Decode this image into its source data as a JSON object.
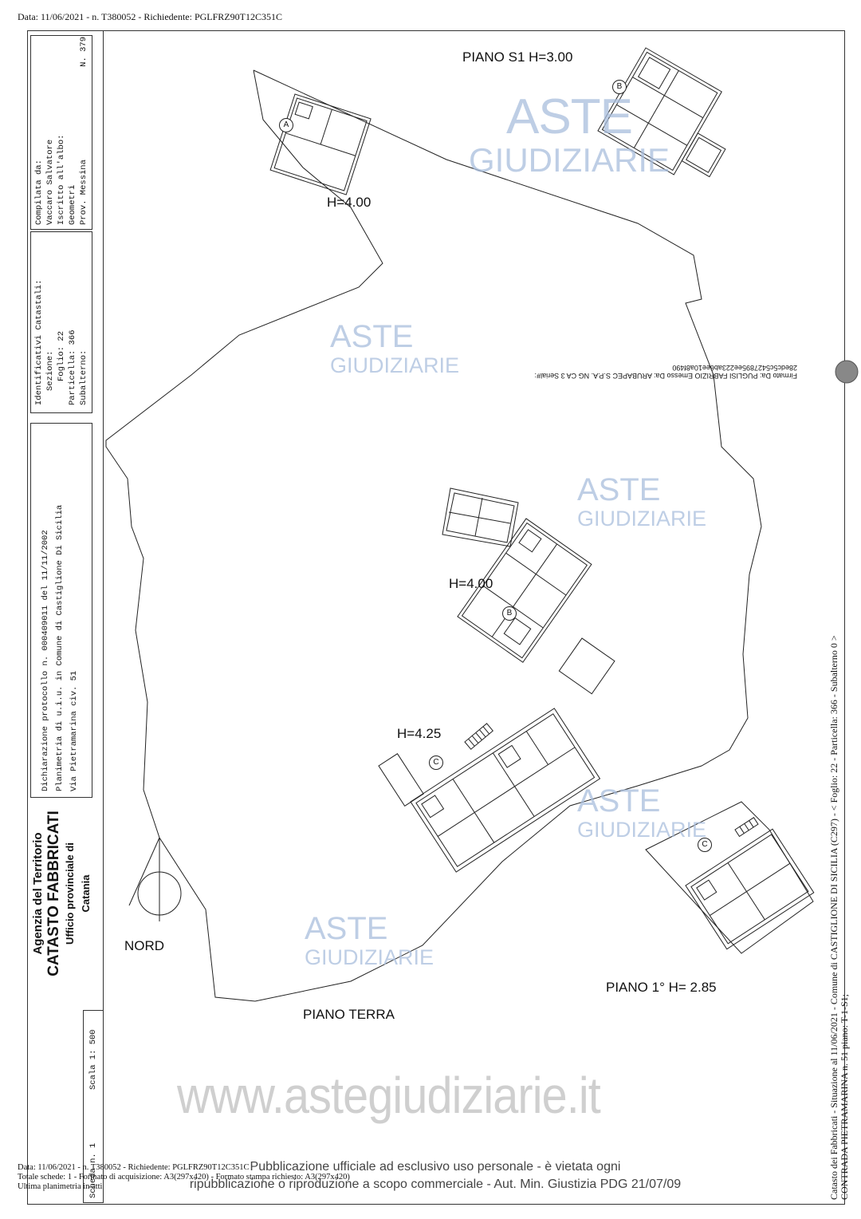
{
  "header": {
    "top_line": "Data: 11/06/2021 - n. T380052 - Richiedente: PGLFRZ90T12C351C"
  },
  "sidebar": {
    "compilata": {
      "label": "Compilata da:",
      "name": "Vaccaro Salvatore",
      "iscritto": "Iscritto all'albo:",
      "albo": "Geometri",
      "prov": "Prov. Messina",
      "numero": "N.  379"
    },
    "identificativi": {
      "title": "Identificativi Catastali:",
      "sezione": "Sezione:",
      "foglio": "Foglio: 22",
      "particella": "Particella: 366",
      "subalterno": "Subalterno:"
    },
    "dichiarazione": {
      "line1": "Dichiarazione protocollo n.   000409011     del   11/11/2002",
      "line2": "Planimetria di u.i.u. in Comune di Castiglione Di Sicilia",
      "line3": "Via Pietramarina                                        civ. 51"
    },
    "agenzia": {
      "line1": "Agenzia del Territorio",
      "line2": "CATASTO FABBRICATI",
      "line3": "Ufficio provinciale di",
      "line4": "Catania"
    },
    "scala": "Scala 1: 500",
    "scheda": "Scheda n. 1"
  },
  "plan_labels": {
    "piano_s1": "PIANO S1 H=3.00",
    "h_a": "H=4.00",
    "h_b": "H=4.00",
    "h_c": "H=4.25",
    "piano_1": "PIANO 1° H= 2.85",
    "piano_terra": "PIANO TERRA",
    "nord": "NORD",
    "marker_a": "A",
    "marker_b": "B",
    "marker_c": "C"
  },
  "watermark": {
    "aste": "ASTE",
    "giudiziarie": "GIUDIZIARIE",
    "site": "www.astegiudiziarie.it",
    "pub_line1": "Pubblicazione ufficiale ad esclusivo uso personale - è vietata ogni",
    "pub_line2": "ripubblicazione o riproduzione a scopo commerciale - Aut. Min. Giustizia PDG 21/07/09"
  },
  "signature": {
    "firmato": "Firmato Da: PUGLISI FABRIZIO Emesso Da: ARUBAPEC S.P.A. NG CA 3 Serial#: 28edc5c5427895ee223ab6ee10a8f490"
  },
  "right_margin": {
    "line1": "Catasto dei Fabbricati - Situazione al 11/06/2021 - Comune di CASTIGLIONE DI SICILIA (C297) - < Foglio: 22 - Particella: 366 - Subalterno 0 >",
    "line2": "CONTRADA PIETRAMARINA n. 51 piano: T-1-S1;"
  },
  "footer": {
    "line1": "Data: 11/06/2021 - n. T380052 - Richiedente: PGLFRZ90T12C351C",
    "line2": "Totale schede: 1 - Formato di acquisizione: A3(297x420) - Formato stampa richiesto: A3(297x420)",
    "line3": "Ultima planimetria in atti"
  }
}
